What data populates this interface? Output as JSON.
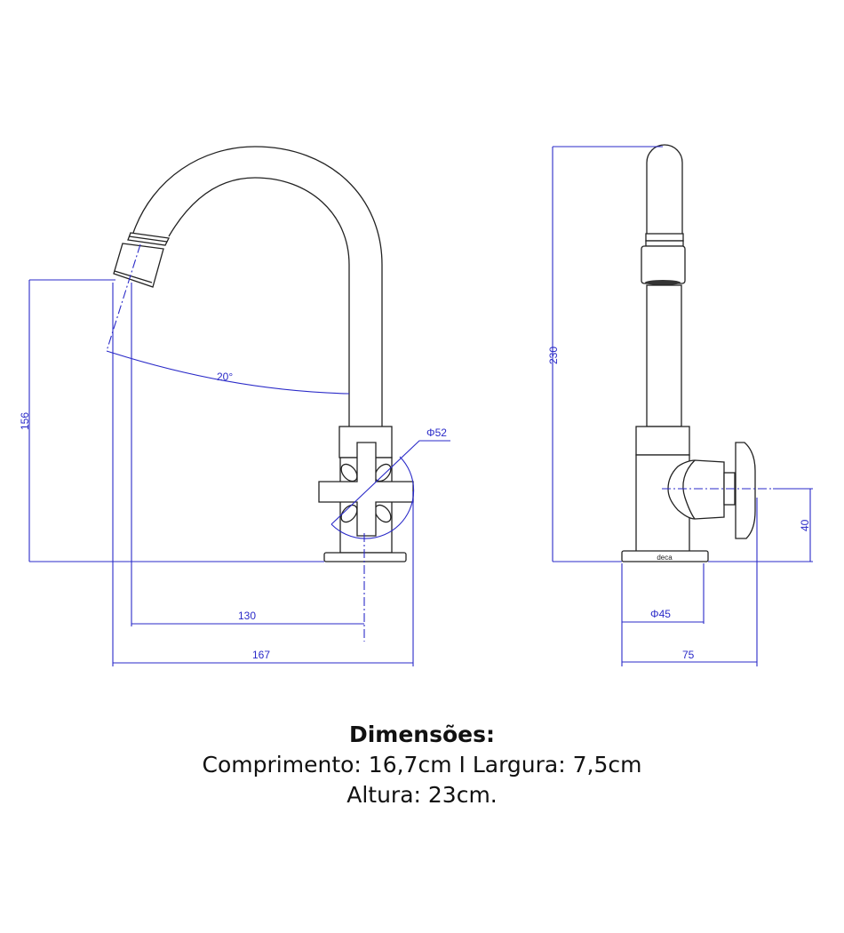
{
  "drawing": {
    "front_view": {
      "height_label": "156",
      "angle_label": "20°",
      "handle_diameter_label": "Φ52",
      "spout_reach_label": "130",
      "length_label": "167"
    },
    "side_view": {
      "height_label": "230",
      "base_diameter_label": "Φ45",
      "width_label": "75",
      "handle_height_label": "40",
      "brand_mark": "deca"
    },
    "colors": {
      "dimension": "#2a2ac8",
      "outline": "#222222"
    }
  },
  "caption": {
    "title": "Dimensões:",
    "line1": "Comprimento: 16,7cm I Largura: 7,5cm",
    "line2": "Altura: 23cm."
  }
}
